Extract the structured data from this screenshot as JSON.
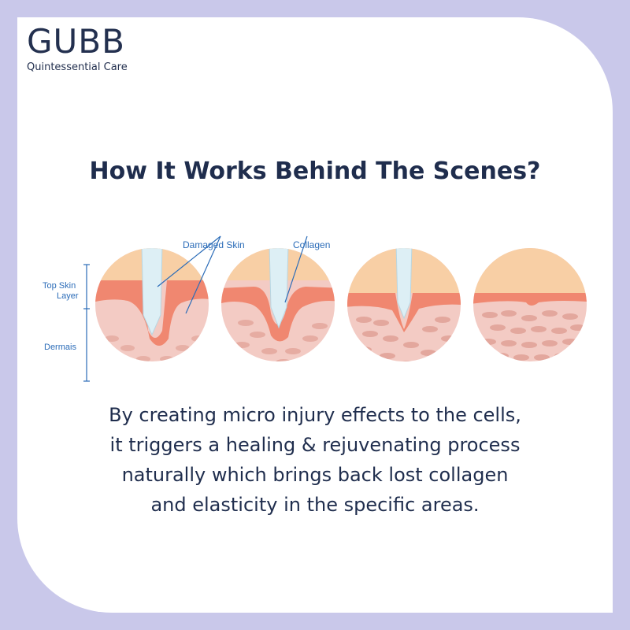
{
  "brand": {
    "name": "GUBB",
    "tagline": "Quintessential Care"
  },
  "headline": "How It Works Behind The Scenes?",
  "diagram": {
    "labels": {
      "damaged_skin": "Damaged Skin",
      "collagen": "Collagen",
      "top_skin_layer": "Top Skin Layer",
      "dermis": "Dermais"
    },
    "colors": {
      "background": "#c9c8ea",
      "top_layer": "#f8cfa5",
      "red_layer": "#f08770",
      "dermis": "#f3cbc4",
      "cells": "#e3a79d",
      "needle": "#ddeff5",
      "label_text": "#2b6cb8"
    }
  },
  "body": {
    "lines": [
      "By creating micro injury effects to the cells,",
      "it triggers a healing & rejuvenating process",
      "naturally which brings back lost collagen",
      "and elasticity in the specific areas."
    ]
  }
}
